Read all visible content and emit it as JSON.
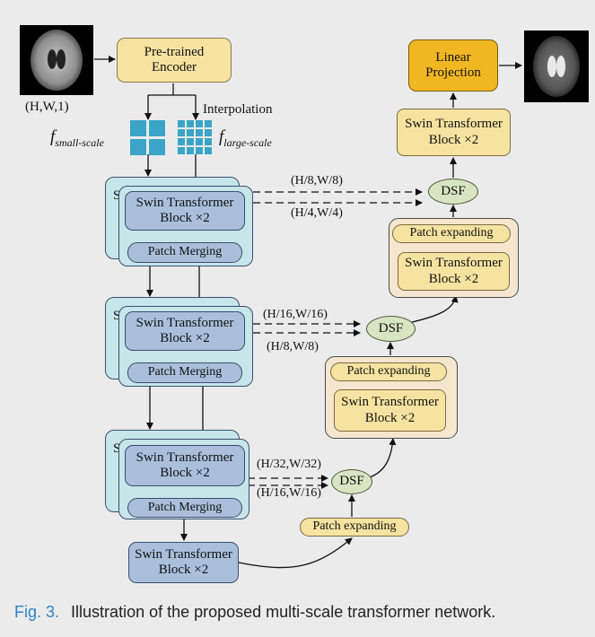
{
  "input": {
    "shape_label": "(H,W,1)"
  },
  "encoder": {
    "label": "Pre-trained Encoder"
  },
  "interpolation": {
    "label": "Interpolation"
  },
  "features": {
    "small_base": "f",
    "small_sub": "small-scale",
    "large_base": "f",
    "large_sub": "large-scale"
  },
  "stage1": {
    "block_label": "Swin Transformer Block ×2",
    "merge_label": "Patch Merging",
    "stack_peek": "S"
  },
  "stage2": {
    "block_label": "Swin Transformer Block ×2",
    "merge_label": "Patch Merging",
    "stack_peek": "S"
  },
  "stage3": {
    "block_label": "Swin Transformer Block ×2",
    "merge_label": "Patch Merging",
    "stack_peek": "S"
  },
  "bottleneck": {
    "label": "Swin Transformer Block ×2"
  },
  "skip": {
    "s1_top": "(H/8,W/8)",
    "s1_bottom": "(H/4,W/4)",
    "s2_top": "(H/16,W/16)",
    "s2_bottom": "(H/8,W/8)",
    "s3_top": "(H/32,W/32)",
    "s3_bottom": "(H/16,W/16)"
  },
  "dsf": {
    "label": "DSF"
  },
  "decoder": {
    "patch_expanding": "Patch expanding",
    "block_label": "Swin Transformer Block ×2"
  },
  "output_block": {
    "label": "Swin Transformer Block ×2"
  },
  "linear": {
    "label": "Linear Projection"
  },
  "caption": {
    "fig": "Fig. 3.",
    "text": "Illustration of the proposed multi-scale transformer network."
  },
  "colors": {
    "background": "#ebebeb",
    "encoder": "#f6e3a1",
    "linear": "#f1b723",
    "blue_block": "#a9bfdc",
    "stack": "#c6e6ea",
    "dsf": "#d7e5c2",
    "decoder": "#f5e6cf",
    "feature": "#3aa5c7",
    "caption_accent": "#2b86c5"
  }
}
